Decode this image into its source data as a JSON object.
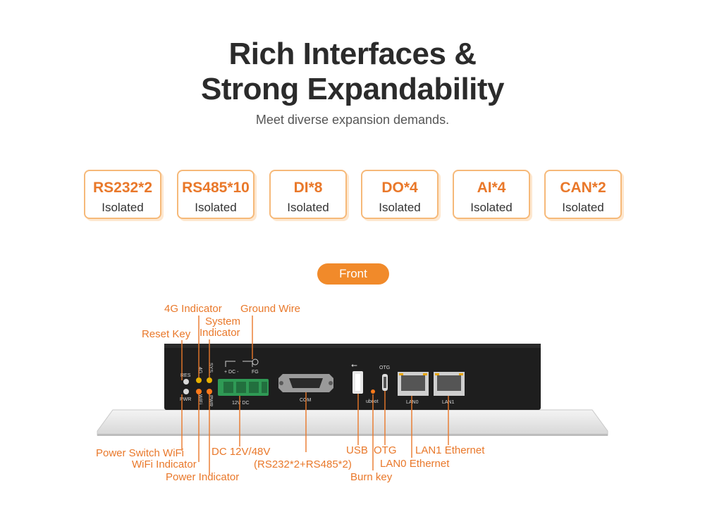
{
  "header": {
    "title_line1": "Rich Interfaces &",
    "title_line2": "Strong Expandability",
    "subtitle": "Meet diverse expansion demands."
  },
  "features": [
    {
      "name": "RS232*2",
      "sub": "Isolated"
    },
    {
      "name": "RS485*10",
      "sub": "Isolated"
    },
    {
      "name": "DI*8",
      "sub": "Isolated"
    },
    {
      "name": "DO*4",
      "sub": "Isolated"
    },
    {
      "name": "AI*4",
      "sub": "Isolated"
    },
    {
      "name": "CAN*2",
      "sub": "Isolated"
    }
  ],
  "view_label": "Front",
  "device_silk": {
    "res": "RES",
    "g4": "4G",
    "sys": "SYS",
    "pwr_sw": "PWR",
    "wifi": "WiFi",
    "pwr_led": "PWR",
    "dc": "+ DC -",
    "fg": "FG",
    "dc_label": "12V DC",
    "com": "COM",
    "uboot": "uboot",
    "otg": "OTG",
    "lan0": "LAN0",
    "lan1": "LAN1"
  },
  "callouts": {
    "g4_indicator": "4G Indicator",
    "ground_wire": "Ground Wire",
    "system_indicator_1": "System",
    "system_indicator_2": "Indicator",
    "reset_key": "Reset Key",
    "power_switch": "Power Switch WiFi",
    "wifi_indicator": "WiFi Indicator",
    "power_indicator": "Power Indicator",
    "dc_power": "DC 12V/48V",
    "com_spec": "(RS232*2+RS485*2)",
    "usb": "USB",
    "otg": "OTG",
    "burn_key": "Burn key",
    "lan1": "LAN1 Ethernet",
    "lan0": "LAN0 Ethernet"
  },
  "colors": {
    "accent": "#e9782a",
    "card_border": "#f6b979",
    "pill": "#f18a2a",
    "device_body": "#1e1e1e",
    "terminal_green": "#2f9a55"
  }
}
